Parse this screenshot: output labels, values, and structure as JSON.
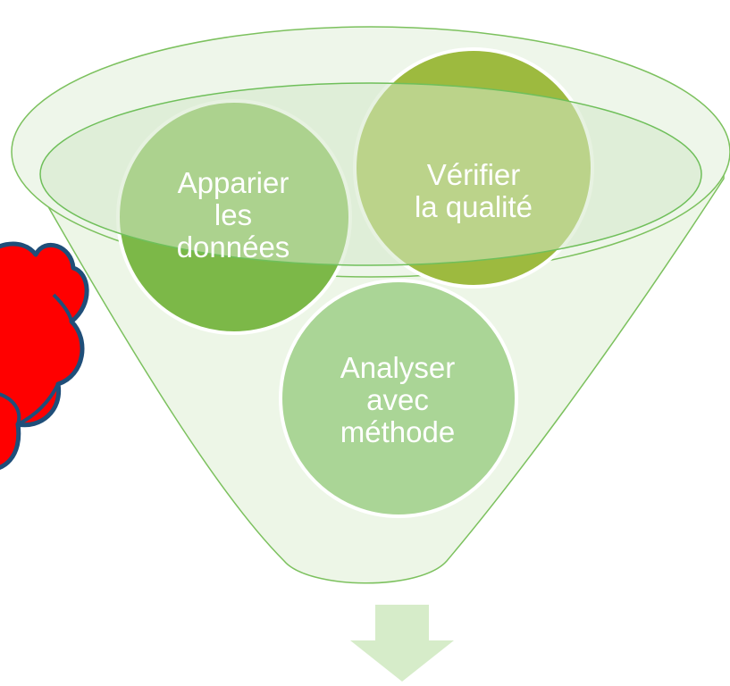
{
  "diagram": {
    "type": "funnel",
    "steps": [
      {
        "id": "apparier",
        "lines": [
          "Apparier",
          "les",
          "données"
        ],
        "color": "#7cb848"
      },
      {
        "id": "verifier",
        "lines": [
          "Vérifier",
          "la qualité"
        ],
        "color": "#9dba3f"
      },
      {
        "id": "analyser",
        "lines": [
          "Analyser",
          "avec",
          "méthode"
        ],
        "color": "#aad596"
      }
    ],
    "colors": {
      "funnel_fill": "#ecf5e6",
      "funnel_stroke": "#7cc15e",
      "rim_fill": "#d4e8c8",
      "rim_stroke": "#6fbf5a",
      "output_arrow": "#d6ecc9",
      "cloud_fill": "#ff0000",
      "cloud_stroke": "#1f4e79"
    }
  }
}
